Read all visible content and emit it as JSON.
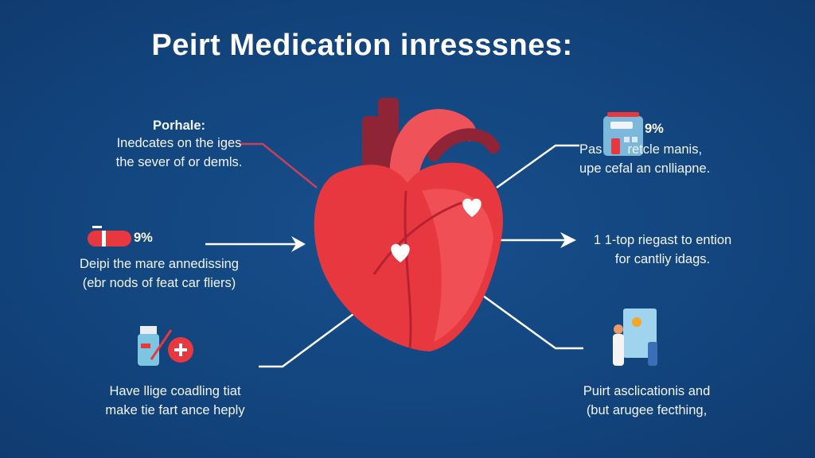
{
  "title": "Peirt Medication inresssnes:",
  "colors": {
    "background": "#12467f",
    "heart": "#e8383f",
    "heart_light": "#f5646a",
    "accent_line": "#c9405a"
  },
  "blocks": {
    "top_left": {
      "heading": "Porhale:",
      "lines": [
        "Inedcates on the iges",
        "the sever of or demls."
      ]
    },
    "mid_left": {
      "stat": "9%",
      "lines": [
        "Deipi the mare annedissing",
        "(ebr nods of feat car fliers)"
      ],
      "icon": "pill-icon"
    },
    "bottom_left": {
      "lines": [
        "Have llige coadling tiat",
        "make tie fart ance heply"
      ],
      "icon": "medicine-bottle-icon"
    },
    "top_right": {
      "stat": "9%",
      "lines": [
        "Pas       retcle manis,",
        "upe cefal an cnlliapne."
      ],
      "icon": "calculator-icon"
    },
    "mid_right": {
      "lines": [
        "1 1-top riegast to ention",
        "for cantliy idags."
      ]
    },
    "bottom_right": {
      "lines": [
        "Puirt asclicationis and",
        "(but arugee fecthing,"
      ],
      "icon": "doctor-document-icon"
    }
  }
}
